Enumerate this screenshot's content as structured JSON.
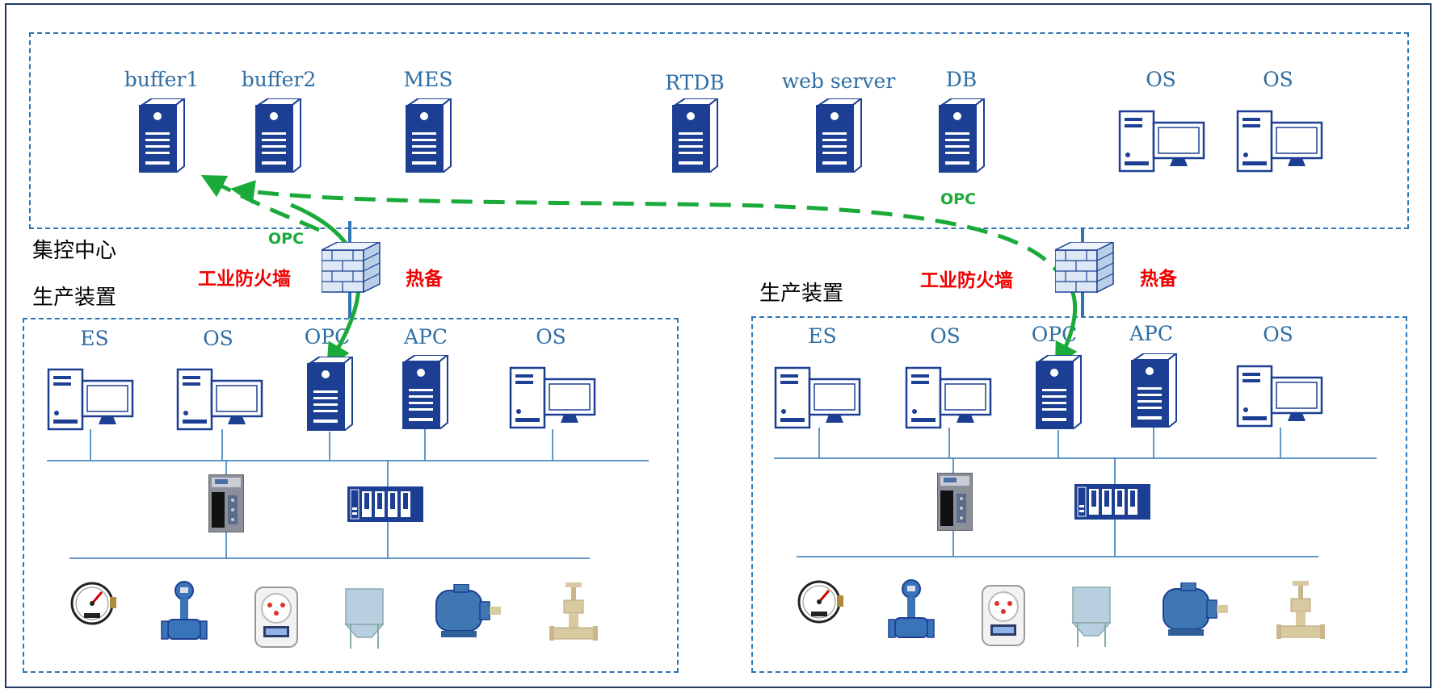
{
  "center": {
    "title": "集控中心",
    "devices": [
      {
        "label": "buffer1",
        "icon": "server-icon"
      },
      {
        "label": "buffer2",
        "icon": "server-icon"
      },
      {
        "label": "MES",
        "icon": "server-icon"
      },
      {
        "label": "RTDB",
        "icon": "server-icon"
      },
      {
        "label": "web server",
        "icon": "server-icon"
      },
      {
        "label": "DB",
        "icon": "server-icon"
      },
      {
        "label": "OS",
        "icon": "workstation-icon"
      },
      {
        "label": "OS",
        "icon": "workstation-icon"
      }
    ]
  },
  "plants": [
    {
      "title": "生产装置",
      "firewall_label": "工业防火墙",
      "standby_label": "热备",
      "devices": [
        {
          "label": "ES",
          "icon": "workstation-icon"
        },
        {
          "label": "OS",
          "icon": "workstation-icon"
        },
        {
          "label": "OPC",
          "icon": "server-icon"
        },
        {
          "label": "APC",
          "icon": "server-icon"
        },
        {
          "label": "OS",
          "icon": "workstation-icon"
        }
      ]
    },
    {
      "title": "生产装置",
      "firewall_label": "工业防火墙",
      "standby_label": "热备",
      "devices": [
        {
          "label": "ES",
          "icon": "workstation-icon"
        },
        {
          "label": "OS",
          "icon": "workstation-icon"
        },
        {
          "label": "OPC",
          "icon": "server-icon"
        },
        {
          "label": "APC",
          "icon": "server-icon"
        },
        {
          "label": "OS",
          "icon": "workstation-icon"
        }
      ]
    }
  ],
  "links": [
    {
      "label": "OPC"
    },
    {
      "label": "OPC"
    }
  ],
  "field_devices": [
    "pressure-gauge-icon",
    "flowmeter-icon",
    "meter-icon",
    "tank-icon",
    "motor-icon",
    "valve-icon"
  ],
  "colors": {
    "device_blue": "#1c3f94",
    "label_blue": "#2e6da4",
    "link_green": "#1aaa3a",
    "alert_red": "#ee0000",
    "zone_dash": "#2e75b6"
  }
}
